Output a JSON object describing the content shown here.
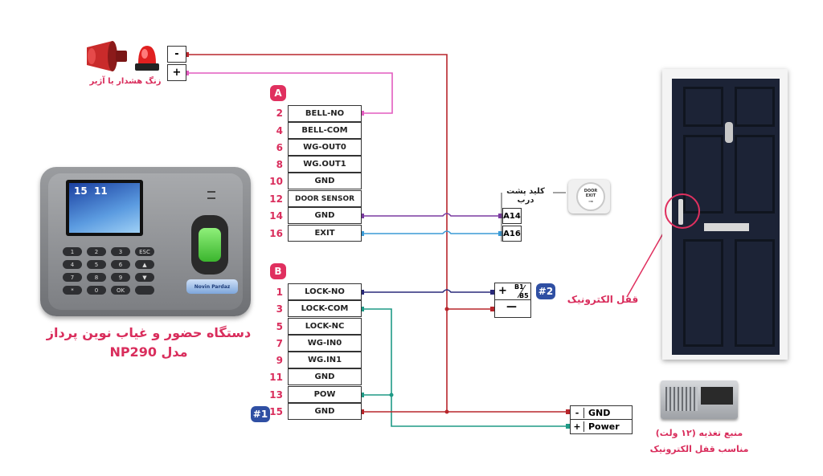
{
  "siren": {
    "caption": "زنگ هشدار یا آژیر",
    "minus": "-",
    "plus": "+"
  },
  "device": {
    "title_line1": "دستگاه حضور و غیاب نوین پرداز",
    "title_line2": "مدل NP290",
    "screen_time": "15  11",
    "keys": [
      "1",
      "2",
      "3",
      "ESC",
      "4",
      "5",
      "6",
      "▲",
      "7",
      "8",
      "9",
      "▼",
      "*",
      "0",
      "OK",
      ""
    ],
    "brand": "Novin Pardaz"
  },
  "block_a": {
    "badge": "A",
    "rows": [
      {
        "pin": "2",
        "label": "BELL-NO"
      },
      {
        "pin": "4",
        "label": "BELL-COM"
      },
      {
        "pin": "6",
        "label": "WG-OUT0"
      },
      {
        "pin": "8",
        "label": "WG.OUT1"
      },
      {
        "pin": "10",
        "label": "GND"
      },
      {
        "pin": "12",
        "label": "DOOR SENSOR"
      },
      {
        "pin": "14",
        "label": "GND"
      },
      {
        "pin": "16",
        "label": "EXIT"
      }
    ]
  },
  "block_b": {
    "badge": "B",
    "badge_1": "#1",
    "rows": [
      {
        "pin": "1",
        "label": "LOCK-NO"
      },
      {
        "pin": "3",
        "label": "LOCK-COM"
      },
      {
        "pin": "5",
        "label": "LOCK-NC"
      },
      {
        "pin": "7",
        "label": "WG-IN0"
      },
      {
        "pin": "9",
        "label": "WG.IN1"
      },
      {
        "pin": "11",
        "label": "GND"
      },
      {
        "pin": "13",
        "label": "POW"
      },
      {
        "pin": "15",
        "label": "GND"
      }
    ]
  },
  "exit_button": {
    "caption": "کلید پشت درب",
    "face_line1": "DOOR",
    "face_line2": "EXIT",
    "term_a14": "A14",
    "term_a16": "A16"
  },
  "lock_terminal": {
    "badge": "#2",
    "plus": "+",
    "minus": "—",
    "b1": "B1",
    "b5": "B5"
  },
  "door": {
    "lock_caption": "قفل الکترونیک"
  },
  "power_supply": {
    "gnd_sign": "-",
    "gnd": "GND",
    "pow_sign": "+",
    "pow": "Power",
    "caption_line1": "منبع تغذیه (۱۲ ولت)",
    "caption_line2": "مناسب قفل الکترونیک"
  },
  "colors": {
    "accent": "#e0305f",
    "badge_blue": "#2f4fa3",
    "wire_red": "#b8262c",
    "wire_pink": "#e25bbf",
    "wire_purple": "#7a3aa0",
    "wire_blue": "#3a9ad6",
    "wire_navy": "#2a2a7a",
    "wire_teal": "#1f9a86"
  }
}
